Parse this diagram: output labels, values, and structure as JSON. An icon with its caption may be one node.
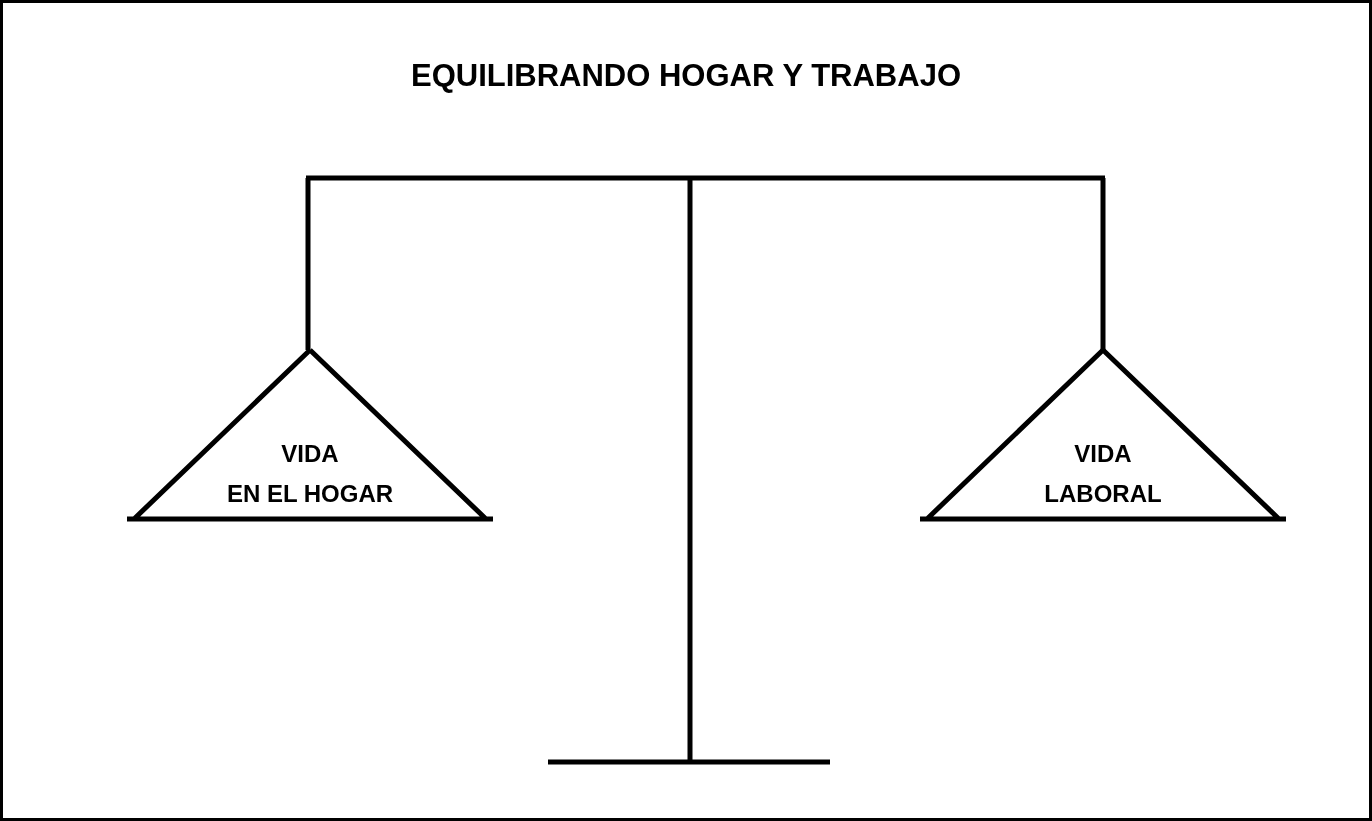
{
  "diagram": {
    "title": "EQUILIBRANDO HOGAR Y TRABAJO",
    "nodes": [
      {
        "text": [
          "VIDA EN EL HOGAR"
        ]
      },
      {
        "text": [
          "VIDA LABORAL"
        ]
      }
    ]
  }
}
